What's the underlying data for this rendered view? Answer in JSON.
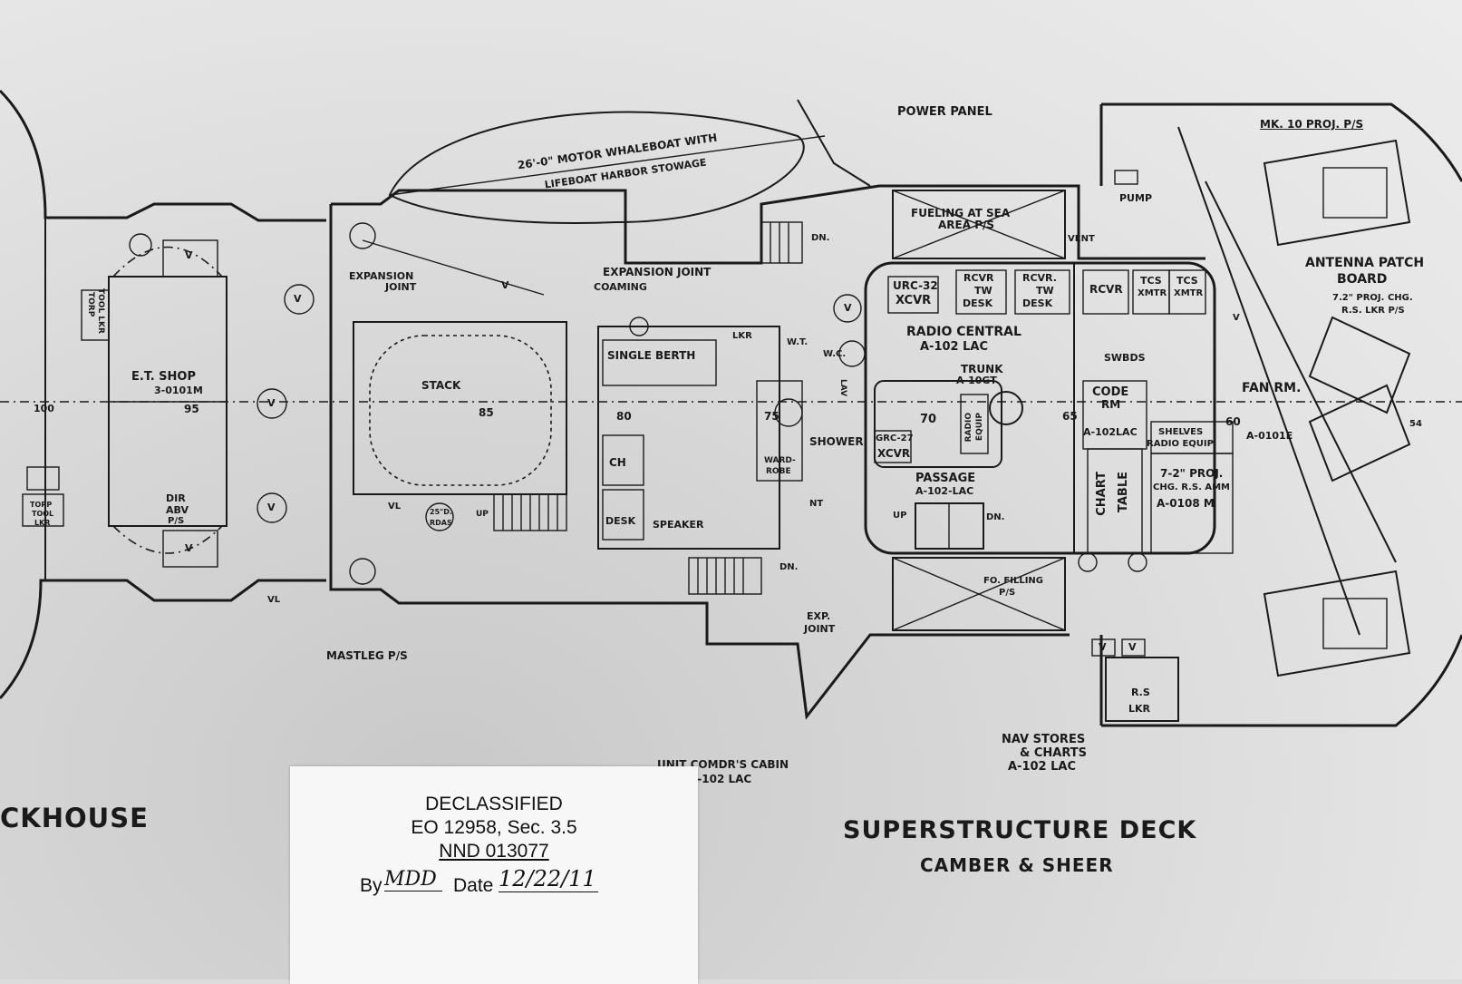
{
  "drawing": {
    "section_left": "CKHOUSE",
    "section_right": "SUPERSTRUCTURE DECK",
    "section_right_sub": "CAMBER & SHEER",
    "frames": [
      "100",
      "95",
      "85",
      "80",
      "75",
      "70",
      "65",
      "60",
      "54"
    ],
    "labels": {
      "whaleboat_1": "26'-0\" MOTOR WHALEBOAT WITH",
      "whaleboat_2": "LIFEBOAT HARBOR STOWAGE",
      "power_panel": "POWER PANEL",
      "mk10": "MK. 10 PROJ. P/S",
      "pump": "PUMP",
      "fueling_1": "FUELING AT SEA",
      "fueling_2": "AREA P/S",
      "vent": "VENT",
      "dn_top": "DN.",
      "antenna_1": "ANTENNA PATCH",
      "antenna_2": "BOARD",
      "proj_chg_1": "7.2\" PROJ. CHG.",
      "proj_chg_2": "R.S. LKR P/S",
      "expansion_joint_1": "EXPANSION",
      "expansion_joint_2": "JOINT",
      "expansion_joint_coaming_1": "EXPANSION JOINT",
      "expansion_joint_coaming_2": "COAMING",
      "urc32_1": "URC-32",
      "urc32_2": "XCVR",
      "rcvr_tw_1": "RCVR",
      "rcvr_tw_2": "TW",
      "rcvr_tw_3": "DESK",
      "rcvr_tw_b1": "RCVR.",
      "rcvr_tw_b2": "TW",
      "rcvr_tw_b3": "DESK",
      "rcvr": "RCVR",
      "tcs1_1": "TCS",
      "tcs1_2": "XMTR",
      "tcs2_1": "TCS",
      "tcs2_2": "XMTR",
      "torp_tool_1": "TORP",
      "torp_tool_2": "TOOL LKR",
      "v": "V",
      "radio_central_1": "RADIO CENTRAL",
      "radio_central_2": "A-102 LAC",
      "trunk_1": "TRUNK",
      "trunk_2": "A-10GT",
      "swbds": "SWBDS",
      "code_rm_1": "CODE",
      "code_rm_2": "RM",
      "code_rm_3": "A-102LAC",
      "fan_rm_1": "FAN RM.",
      "fan_rm_2": "A-0101E",
      "single_berth": "SINGLE BERTH",
      "lkr": "LKR",
      "wt": "W.T.",
      "wc": "W.C.",
      "lav": "LAV",
      "et_shop_1": "E.T. SHOP",
      "et_shop_2": "3-0101M",
      "stack": "STACK",
      "shower": "SHOWER",
      "ward_robe_1": "WARD-",
      "ward_robe_2": "ROBE",
      "grc27_1": "GRC-27",
      "grc27_2": "XCVR",
      "radio_equip_1": "RADIO",
      "radio_equip_2": "EQUIP",
      "shelves_1": "SHELVES",
      "shelves_2": "RADIO EQUIP",
      "chart_table_1": "CHART",
      "chart_table_2": "TABLE",
      "proj_72_1": "7-2\" PROJ.",
      "proj_72_2": "CHG. R.S. AMM",
      "proj_72_3": "A-0108 M",
      "passage_1": "PASSAGE",
      "passage_2": "A-102-LAC",
      "up": "UP",
      "dn": "DN.",
      "dir_1": "DIR",
      "dir_2": "ABV",
      "dir_3": "P/S",
      "vl": "VL",
      "ch": "CH",
      "desk": "DESK",
      "speaker": "SPEAKER",
      "rdas_1": "25\"D.",
      "rdas_2": "RDAS",
      "fo_filling_1": "FO. FILLING",
      "fo_filling_2": "P/S",
      "exp_joint_1": "EXP.",
      "exp_joint_2": "JOINT",
      "rs_lkr_1": "R.S",
      "rs_lkr_2": "LKR",
      "mastleg": "MASTLEG P/S",
      "nav_stores_1": "NAV STORES",
      "nav_stores_2": "& CHARTS",
      "nav_stores_3": "A-102 LAC",
      "comdr_cabin_1": "UNIT COMDR'S CABIN",
      "comdr_cabin_2": "A-102 LAC",
      "nt": "NT",
      "torp_tool_lower_1": "TORP",
      "torp_tool_lower_2": "TOOL",
      "torp_tool_lower_3": "LKR"
    }
  },
  "stamp": {
    "title": "DECLASSIFIED",
    "authority": "EO 12958, Sec. 3.5",
    "nnd": "NND 013077",
    "by_label": "By",
    "by_value": "MDD",
    "date_label": "Date",
    "date_value": "12/22/11"
  }
}
